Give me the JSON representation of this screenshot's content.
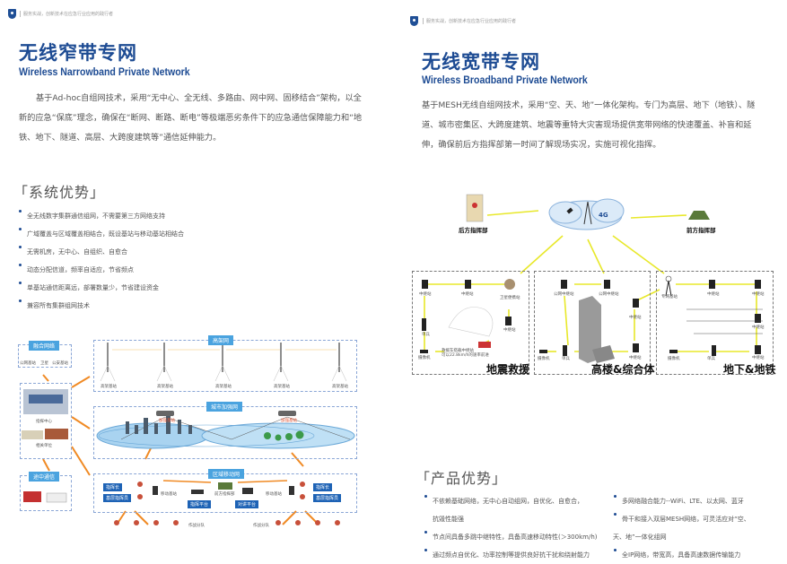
{
  "header": {
    "tagline": "服务实战，创新技术在应急行业应用的践行者"
  },
  "left": {
    "title": "无线窄带专网",
    "subtitle": "Wireless Narrowband Private Network",
    "paragraph": "基于Ad-hoc自组网技术，采用“无中心、全无线、多路由、网中网、固移结合”架构，以全新的应急“保底”理念，确保在“断网、断路、断电”等极端恶劣条件下的应急通信保障能力和“地铁、地下、隧道、高层、大跨度建筑等”通信延伸能力。",
    "section_title": "「系统优势」",
    "bullets": [
      "全无线数字集群通信组网，不需要第三方网络支持",
      "广域覆盖与区域覆盖相结合，既设基站与移动基站相结合",
      "无需机房，无中心、自组织、自愈合",
      "动态分配信道，频率自适应，节省频点",
      "单基站通信距离远，部署数量少，节省建设资金",
      "兼容所有集群组网技术"
    ],
    "diagram": {
      "fusion": {
        "title": "融合网络",
        "items": [
          "公网基站",
          "卫星",
          "公安基站"
        ]
      },
      "command": {
        "center": "指挥中心",
        "units": "相关单位"
      },
      "transit": {
        "title": "途中通信"
      },
      "highsite": {
        "title": "高架网",
        "station": "高架基站"
      },
      "city": {
        "title": "城市加强网",
        "station": "加强基站"
      },
      "regional": {
        "title": "区域移动网",
        "commander": "指挥长",
        "grassroots": "基层指挥员",
        "mobile_station": "移动基站",
        "forward": "前方指挥部",
        "cmd_platform": "指挥平台",
        "dispatch_platform": "对讲平台",
        "squad": "作战分队"
      }
    }
  },
  "right": {
    "title": "无线宽带专网",
    "subtitle": "Wireless Broadband Private Network",
    "paragraph": "基于MESH无线自组网技术，采用“空、天、地”一体化架构。专门为高层、地下（地铁）、隧道、城市密集区、大跨度建筑、地震等重特大灾害现场提供宽带网络的快速覆盖、补盲和延伸，确保前后方指挥部第一时间了解现场实况，实施可视化指挥。",
    "diagram": {
      "rear": "后方指挥部",
      "front": "前方指挥部",
      "cloud_4g": "4G",
      "relay": "中继站",
      "public_relay": "公网中继站",
      "sat_station": "卫星便携站",
      "soldier": "单兵",
      "camera": "摄像机",
      "dedicated_station": "专网基站",
      "vehicle_note": "救援车搭载中继站\n可以22.8km/h的速率前进",
      "scenes": [
        "地震救援",
        "高楼&综合体",
        "地下&地铁"
      ]
    },
    "section_title": "「产品优势」",
    "bullets_left": [
      "不依赖基础网络，无中心自动组网，自优化、自愈合，",
      "抗毁性能强",
      "节点间具备多跳中继特性，具备高速移动特性(＞300km/h)",
      "通过频点自优化、功率控制等提供良好抗干扰和绕射能力"
    ],
    "bullets_right": [
      "多网络融合能力--WiFi、LTE、以太网、蓝牙",
      "骨干和接入双层MESH网络，可灵活应对“空、",
      "天、地”一体化组网",
      "全IP网络，带宽高，具备高速数据传输能力"
    ]
  },
  "colors": {
    "brand": "#1d4b93",
    "pill": "#4aa3df",
    "link_orange": "#f08a24",
    "link_yellow": "#e8e82a"
  }
}
